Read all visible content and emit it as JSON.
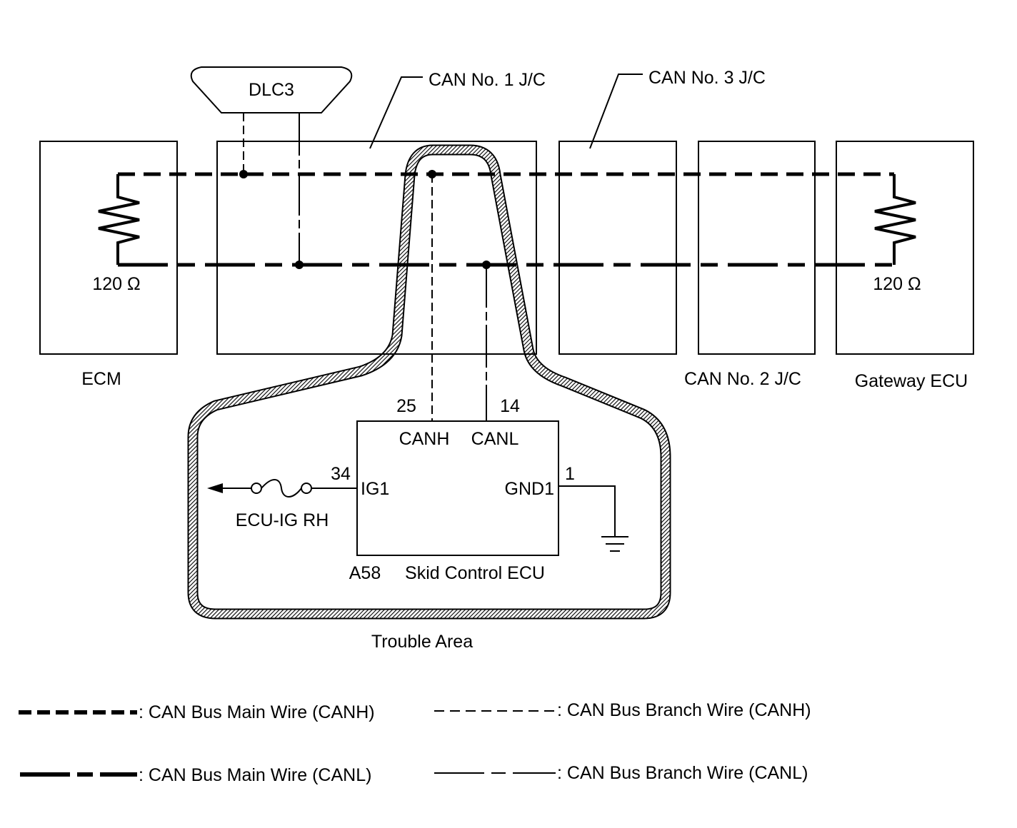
{
  "labels": {
    "dlc3": "DLC3",
    "can1_jc": "CAN No. 1 J/C",
    "can3_jc": "CAN No. 3 J/C",
    "can2_jc": "CAN No. 2 J/C",
    "ecm": "ECM",
    "gateway_ecu": "Gateway ECU",
    "res_left": "120 Ω",
    "res_right": "120 Ω",
    "pin_25": "25",
    "pin_14": "14",
    "canh": "CANH",
    "canl": "CANL",
    "pin_34": "34",
    "ig1": "IG1",
    "pin_1": "1",
    "gnd1": "GND1",
    "fuse": "ECU-IG RH",
    "connector": "A58",
    "skid_ecu": "Skid Control ECU",
    "trouble_area": "Trouble Area"
  },
  "legend": {
    "main_canh": ": CAN Bus Main Wire (CANH)",
    "branch_canh": ": CAN Bus Branch Wire (CANH)",
    "main_canl": ": CAN Bus Main Wire (CANL)",
    "branch_canl": ": CAN Bus Branch Wire (CANL)"
  },
  "colors": {
    "ink": "#000000",
    "background": "#ffffff"
  }
}
